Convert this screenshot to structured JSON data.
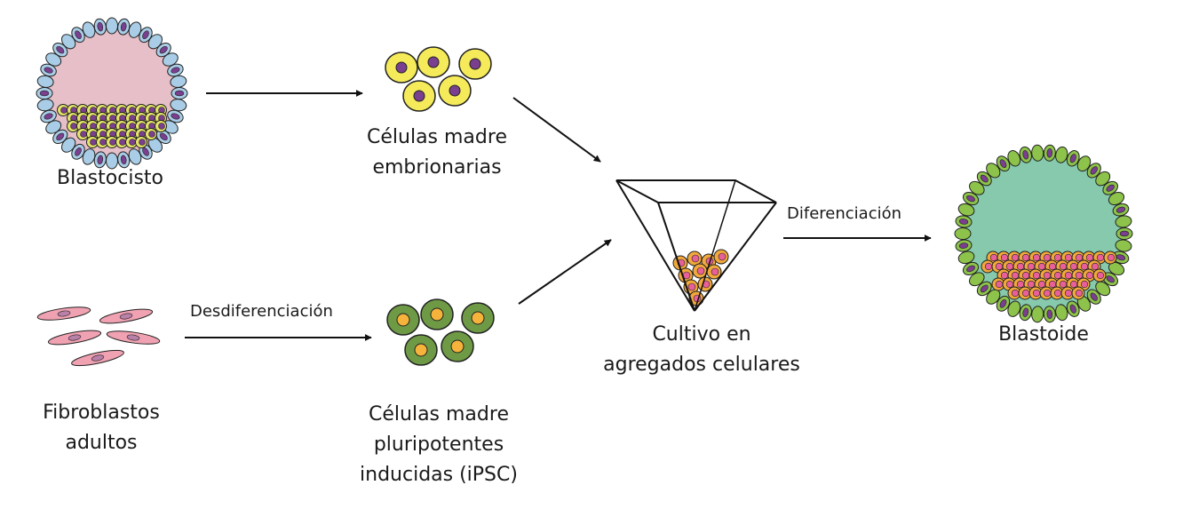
{
  "labels": {
    "blastocyst": "Blastocisto",
    "esc_line1": "Células madre",
    "esc_line2": "embrionarias",
    "fibro_line1": "Fibroblastos",
    "fibro_line2": "adultos",
    "ipsc_line1": "Células madre",
    "ipsc_line2": "pluripotentes",
    "ipsc_line3": "inducidas (iPSC)",
    "culture_line1": "Cultivo en",
    "culture_line2": "agregados celulares",
    "blastoid": "Blastoide"
  },
  "arrow_labels": {
    "dediff": "Desdiferenciación",
    "diff": "Diferenciación"
  },
  "colors": {
    "blastocyst_cavity": "#e6bfc8",
    "trophoblast": "#a9cde6",
    "icm": "#e4e46a",
    "nucleus": "#7a3f8e",
    "esc_cell": "#f5ea5a",
    "ipsc_cell": "#6f9a45",
    "ipsc_nucleus": "#f5b33b",
    "fibroblast": "#f0a2b2",
    "fibro_nucleus": "#b980a8",
    "aggregate_cell": "#f2a93b",
    "aggregate_nucleus": "#e8609a",
    "blastoid_cavity": "#86c9ad",
    "blastoid_wall": "#8dc34a"
  }
}
